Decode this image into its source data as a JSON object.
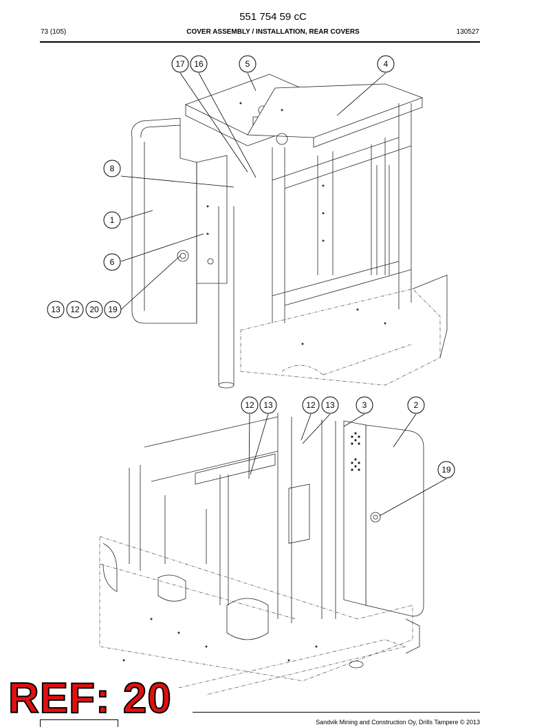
{
  "header": {
    "doc_number": "551 754 59 cC",
    "page_count": "73 (105)",
    "title": "COVER ASSEMBLY / INSTALLATION, REAR COVERS",
    "date_code": "130527"
  },
  "callouts_top": [
    "17",
    "16",
    "5",
    "4",
    "8",
    "1",
    "6",
    "13",
    "12",
    "20",
    "19"
  ],
  "callouts_bottom": [
    "12",
    "13",
    "12",
    "13",
    "3",
    "2",
    "19"
  ],
  "stamp": "REF: 20",
  "footer": {
    "copyright": "Sandvik Mining and Construction Oy, Drills Tampere © 2013"
  }
}
